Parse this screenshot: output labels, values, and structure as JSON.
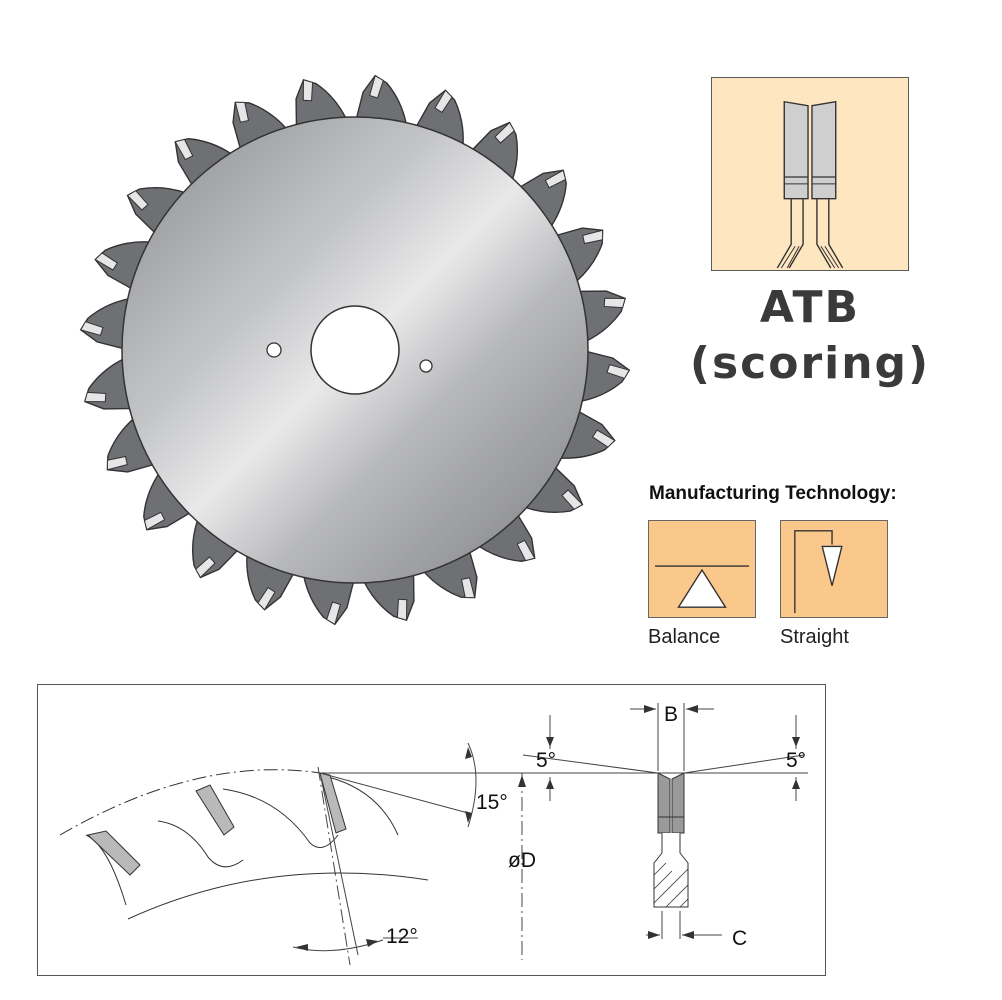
{
  "product": {
    "type_name": "ATB",
    "type_sub": "(scoring)"
  },
  "blade": {
    "tooth_count": 24,
    "icon": "saw-blade-icon"
  },
  "manufacturing": {
    "heading": "Manufacturing Technology:",
    "items": [
      {
        "label": "Balance",
        "icon": "balance-icon"
      },
      {
        "label": "Straight",
        "icon": "straight-icon"
      }
    ]
  },
  "geometry": {
    "thickness_label": "B",
    "body_label": "C",
    "diameter_label": "øD",
    "bevel_left": "5°",
    "bevel_right": "5°",
    "clearance_angle": "15°",
    "hook_angle": "12°"
  },
  "colors": {
    "blade_gray": "#6e7073",
    "tooth_panel_bg": "#fde6c0",
    "tech_box_bg": "#f9c88a"
  }
}
